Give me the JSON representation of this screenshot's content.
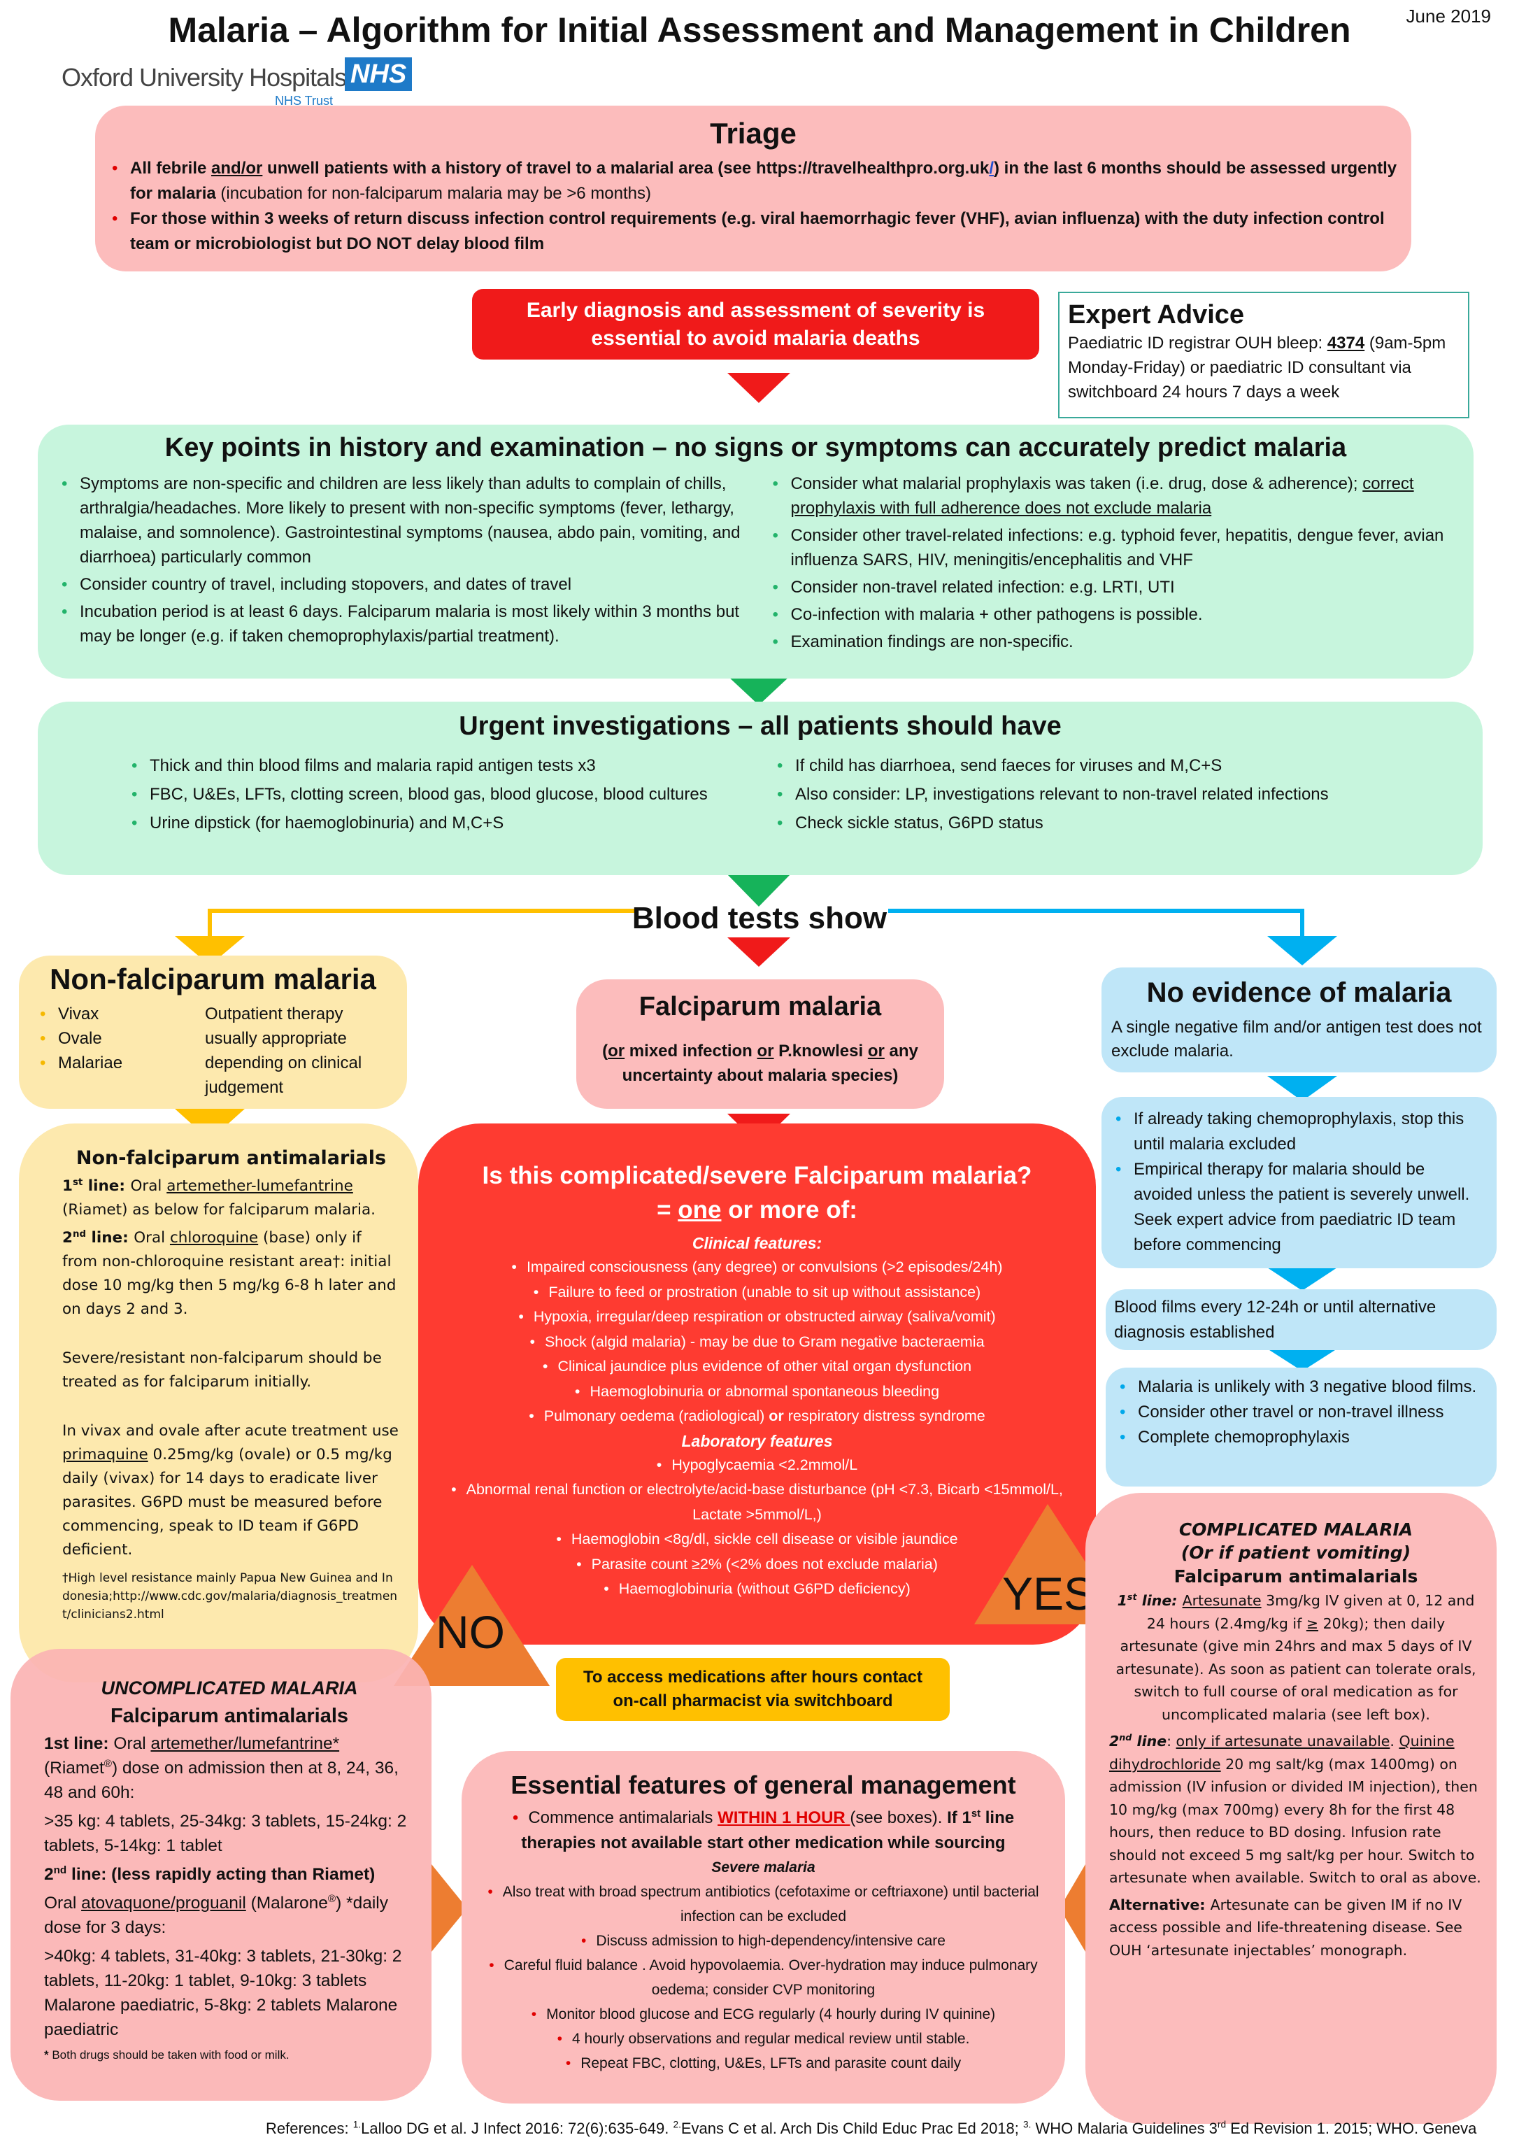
{
  "header": {
    "title": "Malaria – Algorithm for Initial Assessment and Management in Children",
    "date": "June 2019",
    "logo": {
      "org": "Oxford University Hospitals",
      "nhs": "NHS",
      "trust": "NHS Trust"
    }
  },
  "colors": {
    "red": "#f01a1a",
    "pink": "#fcbcbc",
    "mint": "#c7f5dd",
    "yellow": "#fde9ae",
    "blue": "#bfe6f8",
    "orange": "#ed7d31",
    "amber": "#ffc000",
    "cyan": "#00b0f0"
  },
  "triage": {
    "title": "Triage",
    "bullets": [
      [
        {
          "t": "All febrile ",
          "f": "b"
        },
        {
          "t": "and/or",
          "f": "bu"
        },
        {
          "t": " unwell patients with a history of travel to a malarial area (see https://travelhealthpro.org.uk",
          "f": "b"
        },
        {
          "t": "/",
          "f": "bul"
        },
        {
          "t": ") in the last 6 months should be assessed urgently for malaria",
          "f": "b"
        },
        {
          "t": " (incubation for non-falciparum malaria may be >6 months)"
        }
      ],
      [
        {
          "t": "For those within 3 weeks of return discuss infection control requirements (e.g. viral haemorrhagic fever (VHF), avian influenza) with the duty infection control team or microbiologist but DO NOT delay blood film",
          "f": "b"
        }
      ]
    ]
  },
  "early": {
    "text": "Early diagnosis and assessment of severity is essential to avoid malaria deaths"
  },
  "expert": {
    "title": "Expert Advice",
    "body": [
      {
        "t": "Paediatric ID registrar OUH bleep: "
      },
      {
        "t": "4374",
        "f": "bu"
      },
      {
        "t": " (9am-5pm Monday-Friday) or paediatric ID consultant via switchboard 24 hours 7 days a week"
      }
    ]
  },
  "key_points": {
    "title": "Key points in history and examination – no signs or symptoms can accurately predict malaria",
    "left": [
      "Symptoms are non-specific and children are less likely than adults to complain of chills, arthralgia/headaches.  More likely to present with non-specific symptoms (fever, lethargy, malaise, and somnolence).  Gastrointestinal symptoms (nausea, abdo pain, vomiting, and diarrhoea) particularly common",
      "Consider country of travel, including stopovers, and dates of travel",
      "Incubation period is at least 6 days. Falciparum malaria is most likely within 3 months but may be longer (e.g. if taken chemoprophylaxis/partial treatment)."
    ],
    "right": [
      [
        {
          "t": "Consider what malarial prophylaxis was taken (i.e. drug, dose & adherence); "
        },
        {
          "t": "correct prophylaxis with full adherence does not exclude malaria",
          "f": "u"
        }
      ],
      "Consider other travel-related infections: e.g. typhoid fever, hepatitis, dengue fever, avian influenza SARS, HIV, meningitis/encephalitis and VHF",
      "Consider non-travel related infection: e.g. LRTI, UTI",
      "Co-infection with malaria + other pathogens is possible.",
      "Examination findings are non-specific."
    ]
  },
  "investigations": {
    "title": "Urgent investigations – all patients should have",
    "left": [
      "Thick and thin blood films and malaria rapid antigen tests x3",
      "FBC, U&Es, LFTs, clotting screen, blood gas, blood glucose, blood cultures",
      "Urine dipstick (for haemoglobinuria) and M,C+S"
    ],
    "right": [
      "If child has diarrhoea, send faeces for viruses and M,C+S",
      "Also consider: LP, investigations relevant to non-travel related infections",
      "Check sickle status, G6PD status"
    ]
  },
  "blood_tests": {
    "label": "Blood tests show"
  },
  "non_falciparum": {
    "title": "Non-falciparum  malaria",
    "species": [
      "Vivax",
      "Ovale",
      "Malariae"
    ],
    "note": "Outpatient therapy usually appropriate depending on clinical judgement"
  },
  "falciparum": {
    "title": "Falciparum malaria",
    "note": [
      {
        "t": "("
      },
      {
        "t": "or",
        "f": "u"
      },
      {
        "t": " mixed infection "
      },
      {
        "t": "or",
        "f": "u"
      },
      {
        "t": " P.knowlesi "
      },
      {
        "t": "or",
        "f": "u"
      },
      {
        "t": " any uncertainty about malaria species)"
      }
    ]
  },
  "no_evidence": {
    "title": "No evidence of malaria",
    "note": "A single negative film and/or antigen test does not exclude malaria.",
    "advice": [
      "If already taking chemoprophylaxis,  stop this until malaria excluded",
      "Empirical therapy for malaria should be avoided unless the patient is severely unwell. Seek expert advice from paediatric ID team before commencing"
    ],
    "followup": "Blood films every 12-24h or until alternative diagnosis established",
    "outcome": [
      "Malaria is unlikely with 3 negative blood films.",
      "Consider other travel or non-travel illness",
      "Complete chemoprophylaxis"
    ]
  },
  "non_falc_treatment": {
    "title": "Non-falciparum antimalarials",
    "paras": [
      [
        {
          "t": "1",
          "f": "b"
        },
        {
          "t": "st",
          "f": "bs"
        },
        {
          "t": " line: ",
          "f": "b"
        },
        {
          "t": "Oral "
        },
        {
          "t": "artemether-lumefantrine",
          "f": "u"
        },
        {
          "t": " (Riamet) as below for falciparum malaria."
        }
      ],
      [
        {
          "t": "2",
          "f": "b"
        },
        {
          "t": "nd",
          "f": "bs"
        },
        {
          "t": " line: ",
          "f": "b"
        },
        {
          "t": "Oral "
        },
        {
          "t": "chloroquine",
          "f": "u"
        },
        {
          "t": " (base) only if from non-chloroquine resistant area†: initial dose 10 mg/kg then 5 mg/kg 6-8 h later and on days 2 and 3."
        }
      ],
      "Severe/resistant non-falciparum should be treated as for falciparum initially.",
      [
        {
          "t": "In vivax and ovale after acute treatment use "
        },
        {
          "t": "primaquine",
          "f": "u"
        },
        {
          "t": " 0.25mg/kg (ovale) or 0.5 mg/kg daily (vivax) for 14 days to eradicate liver parasites. G6PD must be measured before commencing, speak to ID team if G6PD deficient."
        }
      ]
    ],
    "footnote": "†High level resistance mainly Papua New Guinea and Indonesia;http://www.cdc.gov/malaria/diagnosis_treatment/clinicians2.html"
  },
  "severity": {
    "title": "Is this complicated/severe Falciparum malaria?",
    "subtitle": [
      {
        "t": "= "
      },
      {
        "t": "one",
        "f": "u"
      },
      {
        "t": " or more of:"
      }
    ],
    "clinical_label": "Clinical features:",
    "clinical": [
      "Impaired consciousness (any degree) or convulsions (>2 episodes/24h)",
      "Failure to feed or prostration (unable to sit up without assistance)",
      "Hypoxia, irregular/deep respiration or obstructed airway (saliva/vomit)",
      "Shock (algid malaria) - may be due to Gram negative bacteraemia",
      "Clinical jaundice plus evidence of other vital organ dysfunction",
      "Haemoglobinuria or abnormal spontaneous bleeding",
      [
        {
          "t": "Pulmonary oedema (radiological) "
        },
        {
          "t": "or",
          "f": "b"
        },
        {
          "t": " respiratory distress syndrome"
        }
      ]
    ],
    "lab_label": "Laboratory features",
    "lab": [
      "Hypoglycaemia <2.2mmol/L",
      "Abnormal renal function or electrolyte/acid-base disturbance (pH <7.3, Bicarb <15mmol/L, Lactate >5mmol/L,)",
      "Haemoglobin <8g/dl, sickle cell disease or visible jaundice",
      "Parasite count ≥2% (<2% does not exclude malaria)",
      "Haemoglobinuria (without G6PD deficiency)"
    ]
  },
  "decisions": {
    "no": "NO",
    "yes": "YES"
  },
  "pharmacist": {
    "text": "To access medications after hours contact on-call pharmacist via switchboard"
  },
  "uncomplicated": {
    "title": "UNCOMPLICATED MALARIA",
    "heading": "Falciparum antimalarials",
    "paras": [
      [
        {
          "t": "1st line: ",
          "f": "b"
        },
        {
          "t": "Oral "
        },
        {
          "t": "artemether/lumefantrine*",
          "f": "u"
        },
        {
          "t": " (Riamet"
        },
        {
          "t": "®",
          "f": "s"
        },
        {
          "t": ") dose on admission then at 8, 24, 36, 48 and 60h:"
        }
      ],
      ">35 kg: 4 tablets, 25-34kg: 3 tablets, 15-24kg: 2 tablets, 5-14kg: 1 tablet",
      [
        {
          "t": "2",
          "f": "b"
        },
        {
          "t": "nd",
          "f": "bs"
        },
        {
          "t": " line: (less rapidly acting than Riamet)",
          "f": "b"
        }
      ],
      [
        {
          "t": "Oral "
        },
        {
          "t": "atovaquone/proguanil",
          "f": "u"
        },
        {
          "t": " (Malarone"
        },
        {
          "t": "®",
          "f": "s"
        },
        {
          "t": ") *daily dose for 3 days:"
        }
      ],
      ">40kg: 4 tablets, 31-40kg: 3 tablets, 21-30kg: 2 tablets, 11-20kg: 1 tablet, 9-10kg: 3 tablets Malarone paediatric, 5-8kg: 2 tablets Malarone paediatric"
    ],
    "footnote": [
      {
        "t": "* ",
        "f": "b"
      },
      {
        "t": "Both drugs should be taken with food or milk."
      }
    ]
  },
  "essential": {
    "title": "Essential features of general management",
    "first": [
      {
        "t": "Commence  antimalarials "
      },
      {
        "t": "WITHIN 1 HOUR ",
        "f": "bur"
      },
      {
        "t": "(see boxes). "
      },
      {
        "t": "If 1",
        "f": "b"
      },
      {
        "t": "st",
        "f": "bs"
      },
      {
        "t": " line therapies not available start other medication while sourcing",
        "f": "b"
      }
    ],
    "severe_label": "Severe malaria",
    "bullets": [
      "Also treat with broad spectrum antibiotics (cefotaxime or ceftriaxone) until bacterial infection can be excluded",
      "Discuss admission to high-dependency/intensive care",
      "Careful fluid balance . Avoid hypovolaemia. Over-hydration may induce pulmonary oedema; consider CVP monitoring",
      "Monitor blood glucose and ECG regularly (4 hourly during IV quinine)",
      "4 hourly observations and regular medical review until stable.",
      "Repeat FBC, clotting, U&Es, LFTs and parasite count daily"
    ]
  },
  "complicated": {
    "title": "COMPLICATED MALARIA",
    "subtitle": "(Or if patient vomiting)",
    "heading": "Falciparum antimalarials",
    "paras": [
      [
        {
          "t": "1",
          "f": "bi"
        },
        {
          "t": "st",
          "f": "bis"
        },
        {
          "t": " line: ",
          "f": "bi"
        },
        {
          "t": "Artesunate",
          "f": "u"
        },
        {
          "t": " 3mg/kg IV given at 0, 12 and 24 hours (2.4mg/kg if "
        },
        {
          "t": "≥",
          "f": "u"
        },
        {
          "t": " 20kg); then daily artesunate (give min 24hrs and max 5 days of IV artesunate). As soon as patient can tolerate orals, switch to full course of oral medication as for uncomplicated malaria (see left box)."
        }
      ],
      [
        {
          "t": "2",
          "f": "bi"
        },
        {
          "t": "nd",
          "f": "bis"
        },
        {
          "t": " line",
          "f": "bi"
        },
        {
          "t": ": "
        },
        {
          "t": "only if artesunate unavailable",
          "f": "u"
        },
        {
          "t": ". "
        },
        {
          "t": "Quinine dihydrochloride",
          "f": "u"
        },
        {
          "t": " 20 mg salt/kg (max 1400mg) on admission (IV infusion or divided IM injection), then 10 mg/kg (max 700mg) every 8h for the first 48 hours, then reduce to BD dosing. Infusion rate should not exceed 5 mg salt/kg per hour. Switch to artesunate when available. Switch to oral as above."
        }
      ],
      [
        {
          "t": "Alternative: ",
          "f": "b"
        },
        {
          "t": "Artesunate can be given IM if no IV access possible and life-threatening disease. See OUH ‘artesunate injectables’ monograph."
        }
      ]
    ]
  },
  "references": [
    {
      "t": "References: "
    },
    {
      "t": "1.",
      "f": "s"
    },
    {
      "t": "Lalloo DG et al. J Infect 2016: 72(6):635-649. "
    },
    {
      "t": "2.",
      "f": "s"
    },
    {
      "t": "Evans C et al. Arch Dis Child Educ Prac Ed 2018; "
    },
    {
      "t": "3.",
      "f": "s"
    },
    {
      "t": " WHO Malaria Guidelines 3"
    },
    {
      "t": "rd",
      "f": "s"
    },
    {
      "t": " Ed Revision 1. 2015; WHO. Geneva"
    }
  ]
}
